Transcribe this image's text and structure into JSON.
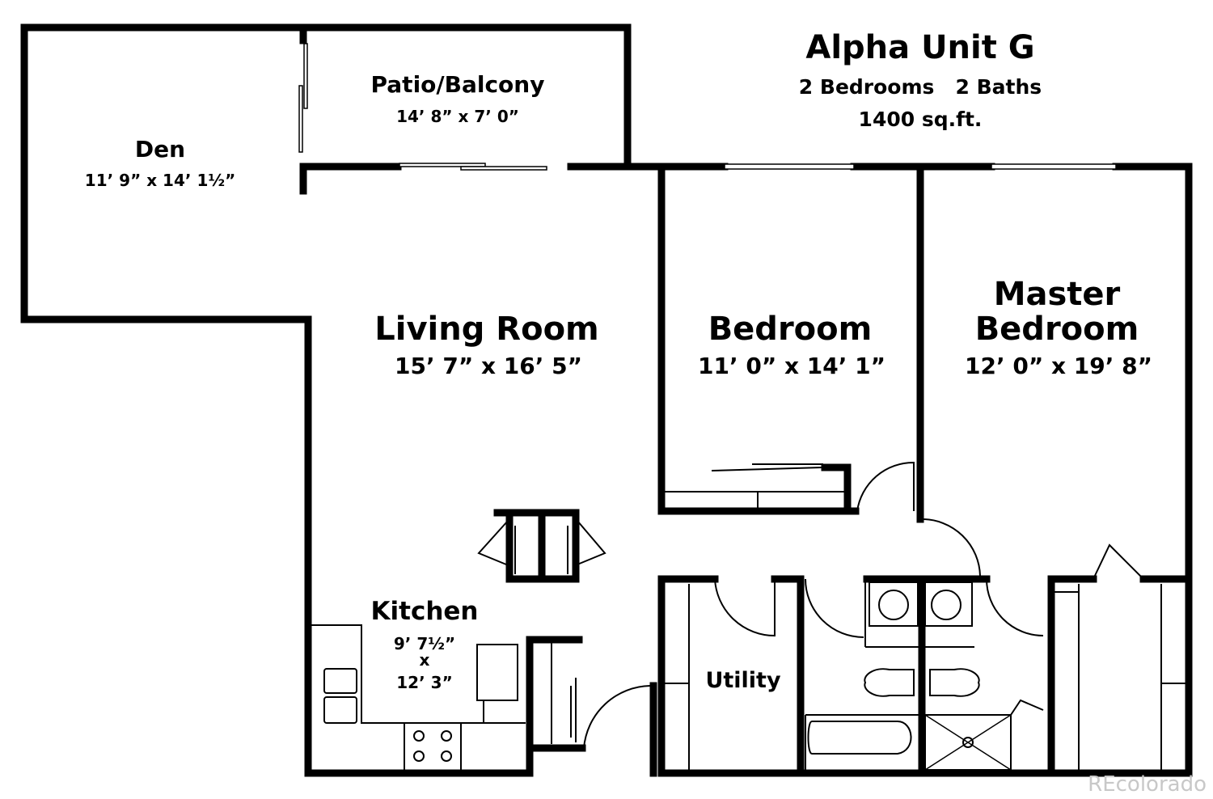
{
  "header": {
    "title": "Alpha Unit G",
    "subtitle": "2 Bedrooms   2 Baths",
    "area": "1400 sq.ft."
  },
  "rooms": {
    "den": {
      "name": "Den",
      "dims": "11’ 9” x 14’ 1½”"
    },
    "patio": {
      "name": "Patio/Balcony",
      "dims": "14’ 8” x 7’ 0”"
    },
    "living": {
      "name": "Living Room",
      "dims": "15’ 7” x 16’ 5”"
    },
    "bedroom": {
      "name": "Bedroom",
      "dims": "11’ 0” x 14’ 1”"
    },
    "master": {
      "name_line1": "Master",
      "name_line2": "Bedroom",
      "dims": "12’ 0” x 19’ 8”"
    },
    "kitchen": {
      "name": "Kitchen",
      "dims_line1": "9’ 7½”",
      "dims_line2": "x",
      "dims_line3": "12’ 3”"
    },
    "utility": {
      "name": "Utility"
    }
  },
  "watermark": "REcolorado",
  "colors": {
    "ink": "#000000",
    "background": "#ffffff",
    "watermark": "#c8c8c8"
  }
}
